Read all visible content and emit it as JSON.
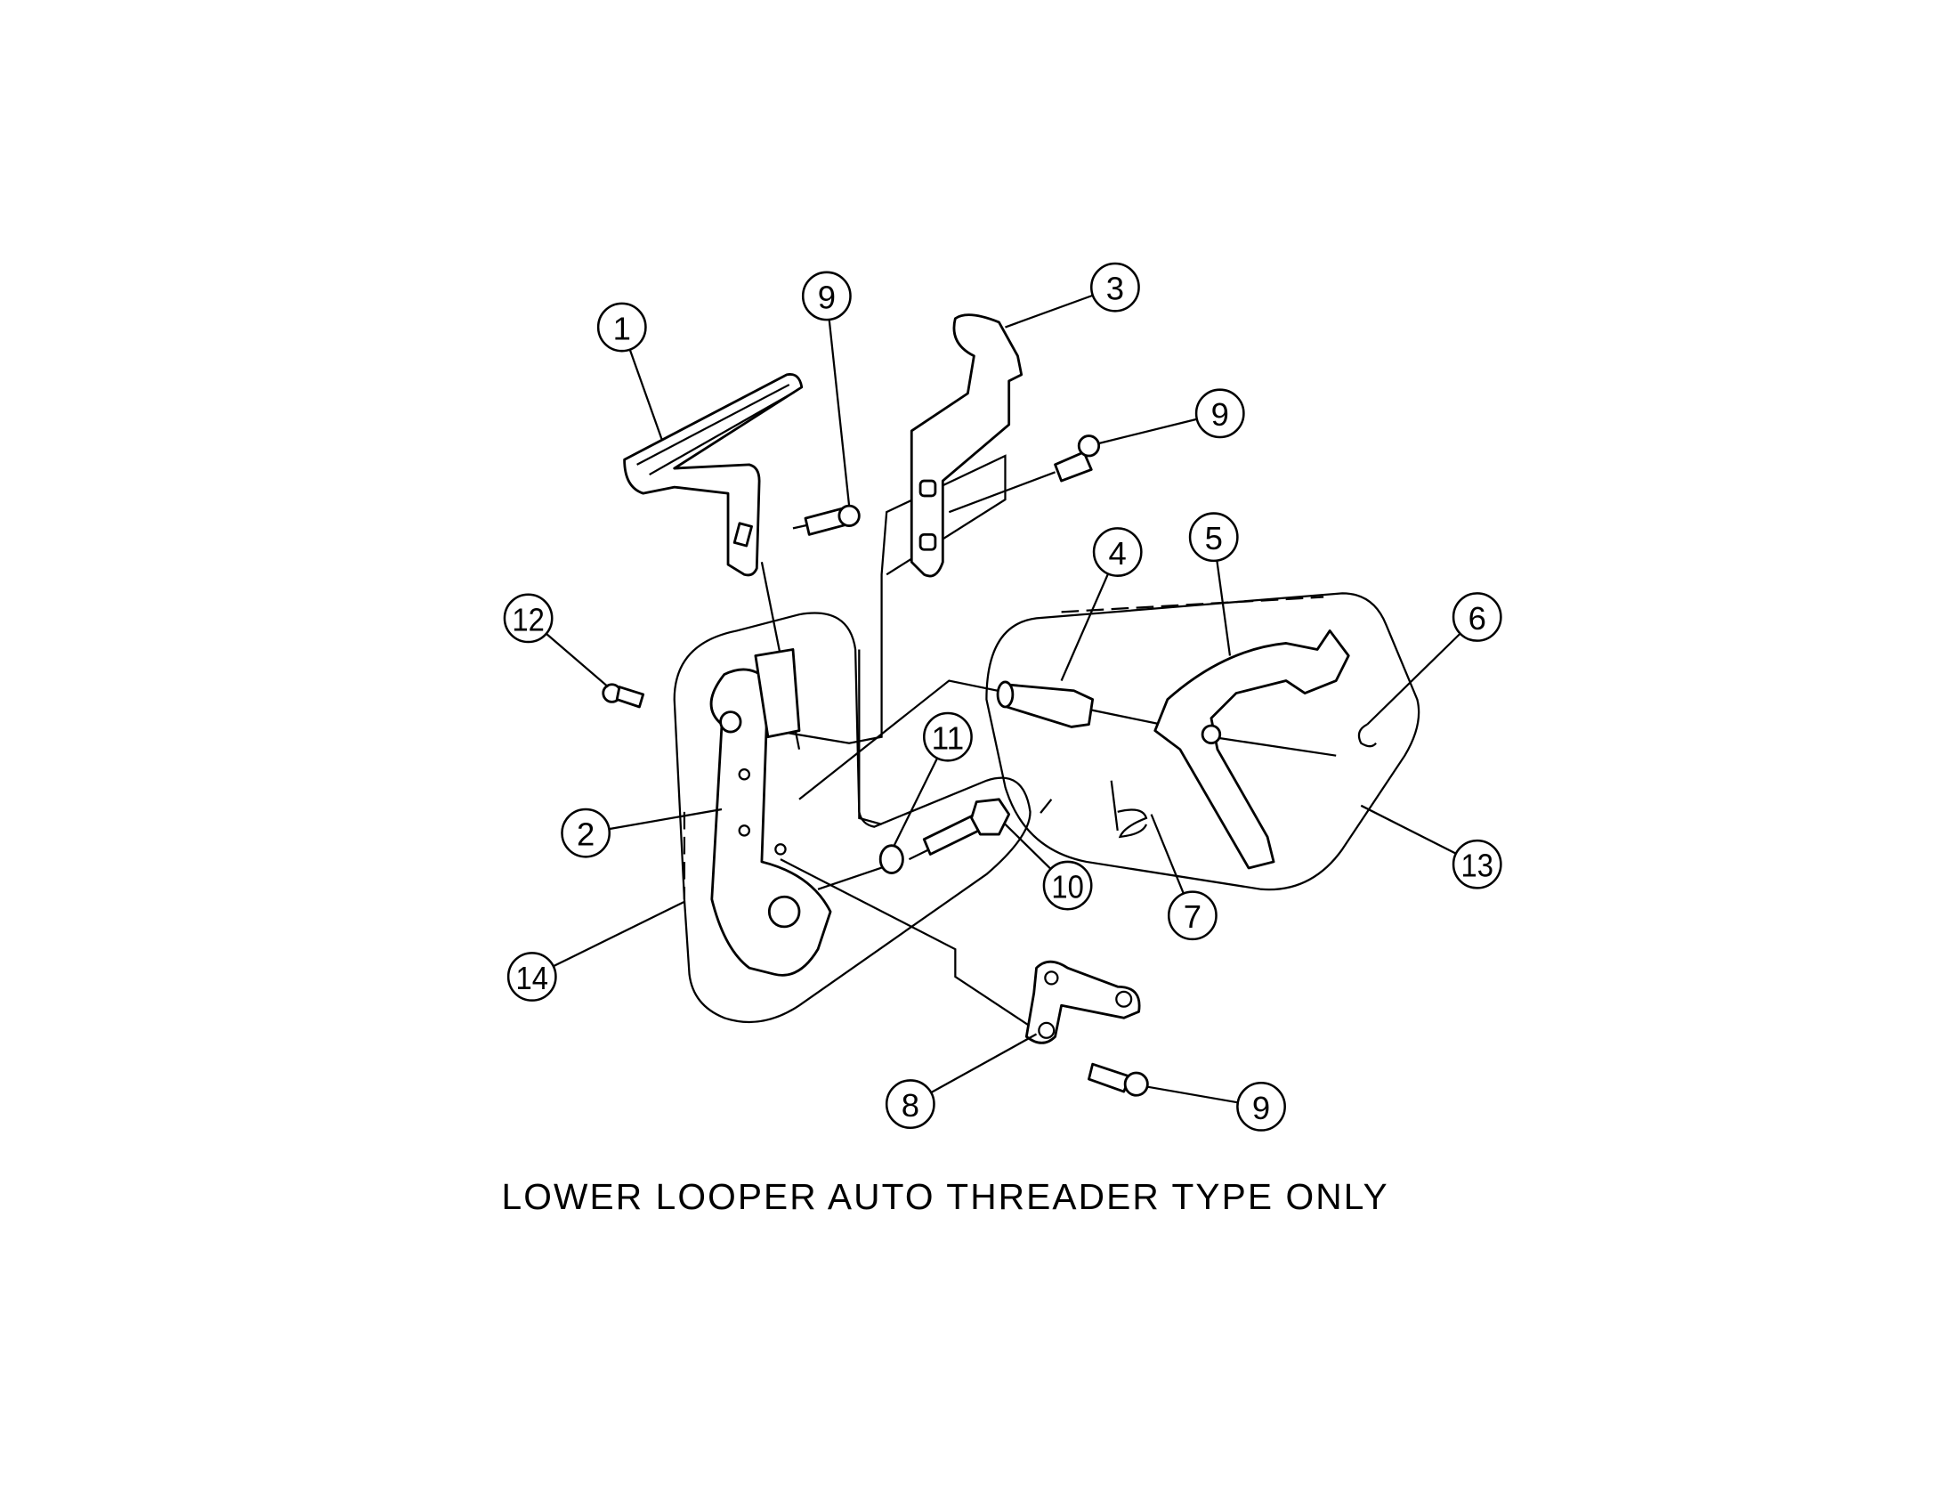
{
  "caption": "LOWER LOOPER AUTO THREADER TYPE ONLY",
  "callouts": [
    {
      "id": "c1",
      "label": "1",
      "part": "threader-lever"
    },
    {
      "id": "c9a",
      "label": "9",
      "part": "screw-top"
    },
    {
      "id": "c3",
      "label": "3",
      "part": "threader-hook-bracket"
    },
    {
      "id": "c9b",
      "label": "9",
      "part": "screw-right"
    },
    {
      "id": "c12",
      "label": "12",
      "part": "small-screw"
    },
    {
      "id": "c4",
      "label": "4",
      "part": "shaft-pin"
    },
    {
      "id": "c5",
      "label": "5",
      "part": "lever-plate"
    },
    {
      "id": "c6",
      "label": "6",
      "part": "e-ring"
    },
    {
      "id": "c11",
      "label": "11",
      "part": "washer"
    },
    {
      "id": "c2",
      "label": "2",
      "part": "link-plate"
    },
    {
      "id": "c10",
      "label": "10",
      "part": "hex-bolt"
    },
    {
      "id": "c13",
      "label": "13",
      "part": "lever-assembly"
    },
    {
      "id": "c7",
      "label": "7",
      "part": "spring"
    },
    {
      "id": "c14",
      "label": "14",
      "part": "link-assembly"
    },
    {
      "id": "c8",
      "label": "8",
      "part": "bracket-plate"
    },
    {
      "id": "c9c",
      "label": "9",
      "part": "screw-bottom"
    }
  ]
}
